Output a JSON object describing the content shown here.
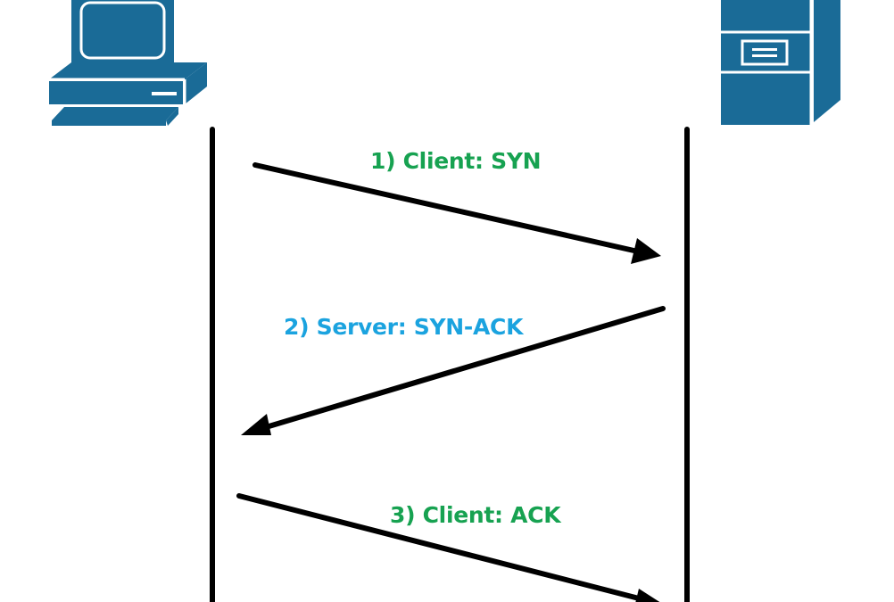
{
  "diagram": {
    "title": "TCP three-way handshake",
    "participants": [
      {
        "name": "Client",
        "icon": "computer-icon"
      },
      {
        "name": "Server",
        "icon": "server-icon"
      }
    ],
    "steps": [
      {
        "label": "1) Client: SYN",
        "from": "Client",
        "to": "Server",
        "color": "#17a251"
      },
      {
        "label": "2) Server: SYN-ACK",
        "from": "Server",
        "to": "Client",
        "color": "#1ba3df"
      },
      {
        "label": "3) Client: ACK",
        "from": "Client",
        "to": "Server",
        "color": "#17a251"
      }
    ],
    "colors": {
      "icon_fill": "#1a6b97",
      "icon_outline": "#ffffff",
      "lifeline": "#000000",
      "arrow": "#000000"
    }
  }
}
